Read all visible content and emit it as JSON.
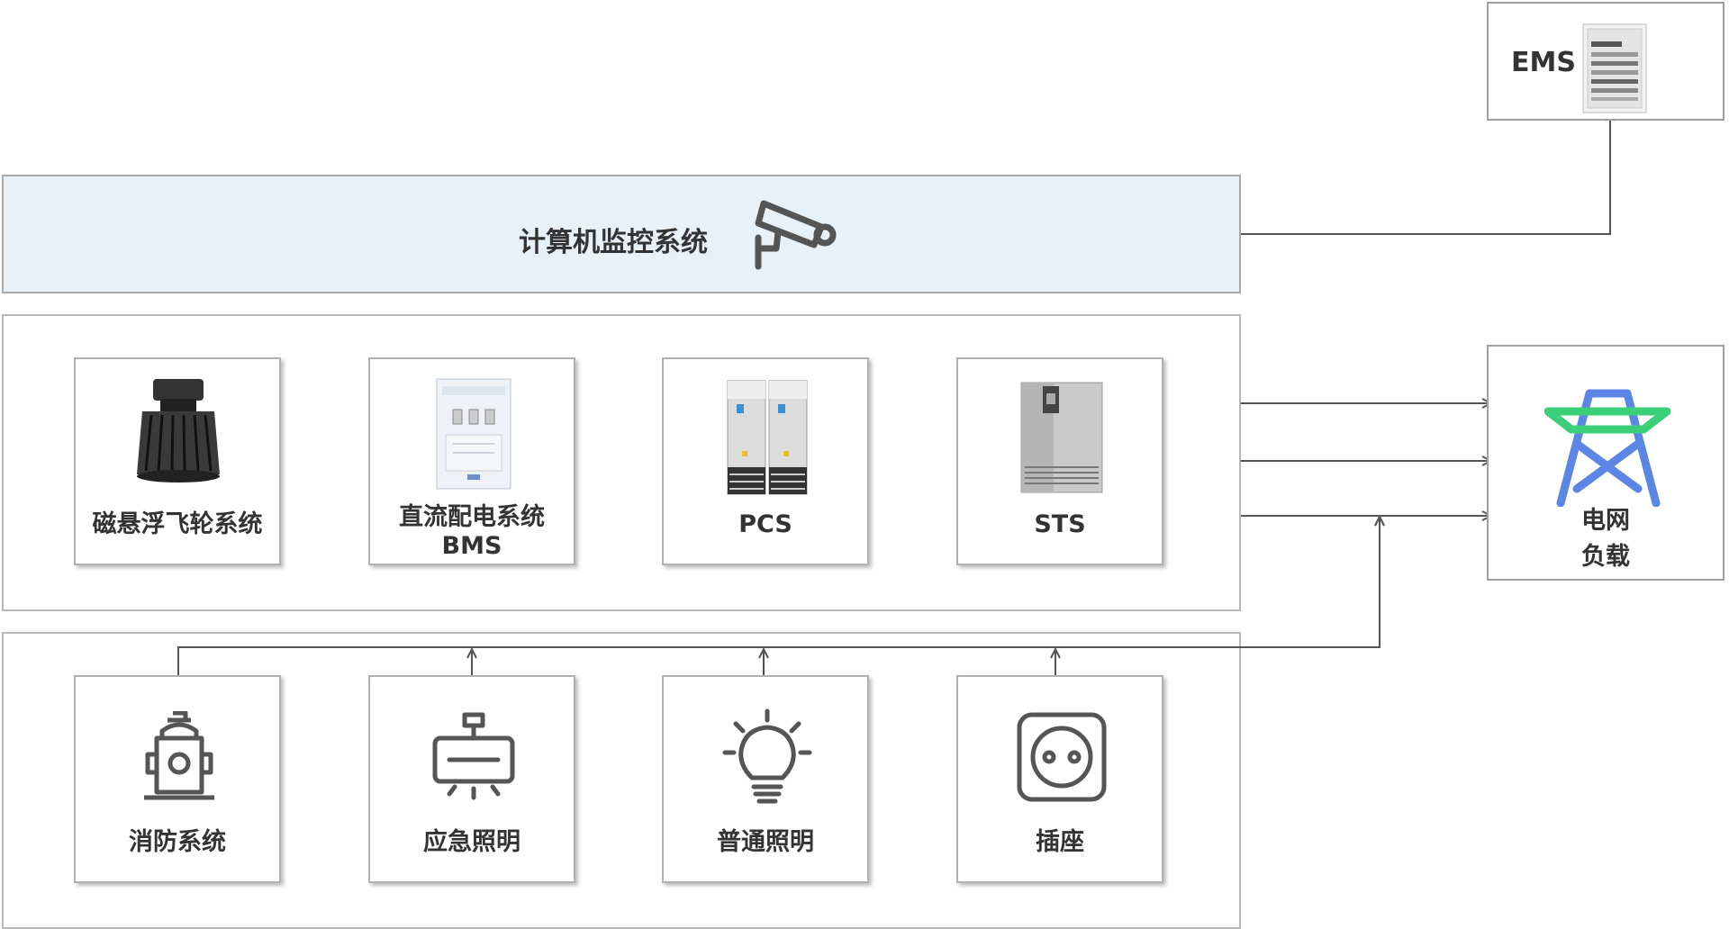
{
  "ems": {
    "label": "EMS"
  },
  "monitor": {
    "title": "计算机监控系统"
  },
  "grid": {
    "line1": "电网",
    "line2": "负载"
  },
  "power_chain": [
    {
      "id": "flywheel",
      "label": "磁悬浮飞轮系统",
      "icon": "flywheel-icon"
    },
    {
      "id": "dc-bms",
      "label": "直流配电系统",
      "label2": "BMS",
      "icon": "dc-cabinet-icon"
    },
    {
      "id": "pcs",
      "label": "PCS",
      "icon": "pcs-cabinet-icon"
    },
    {
      "id": "sts",
      "label": "STS",
      "icon": "sts-cabinet-icon"
    }
  ],
  "loads": [
    {
      "id": "fire",
      "label": "消防系统",
      "icon": "fire-hydrant-icon"
    },
    {
      "id": "emergency",
      "label": "应急照明",
      "icon": "emergency-light-icon"
    },
    {
      "id": "normal",
      "label": "普通照明",
      "icon": "light-bulb-icon"
    },
    {
      "id": "socket",
      "label": "插座",
      "icon": "power-socket-icon"
    }
  ],
  "colors": {
    "line": "#555555",
    "border": "#b0b0b0",
    "monitor_bg": "#e8f0f8",
    "tower_green": "#3ccf7a",
    "tower_blue": "#5b86e5"
  }
}
